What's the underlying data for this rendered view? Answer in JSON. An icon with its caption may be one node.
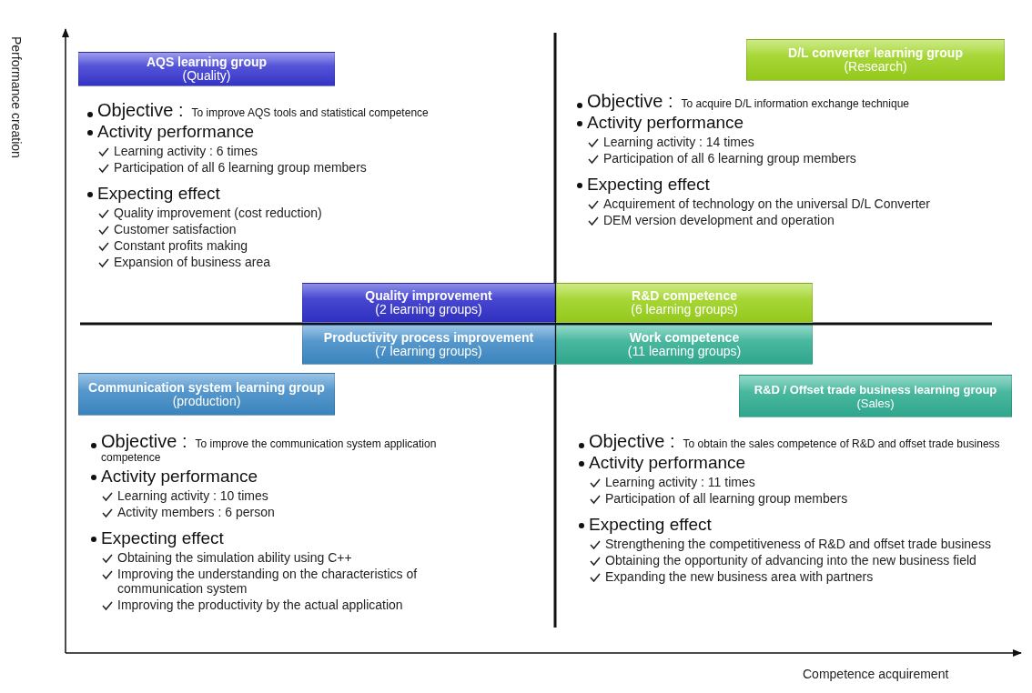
{
  "diagram": {
    "nodes": [
      {
        "text": [
          "**AQS learning group** (Quality)"
        ]
      },
      {
        "text": [
          "**D/L converter learning group** (Research)"
        ]
      },
      {
        "text": [
          "Quality improvement",
          "(2 learning groups)"
        ]
      },
      {
        "text": [
          "R&D competence",
          "(6 learning groups)"
        ]
      },
      {
        "text": [
          "Productivity process improvement",
          "(7 learning groups)"
        ]
      },
      {
        "text": [
          "Work competence",
          "(11 learning groups)"
        ]
      },
      {
        "text": [
          "**Communication system learning group** (production)"
        ]
      },
      {
        "text": [
          "**R&D / Offset trade business learning group** (Sales)"
        ]
      }
    ],
    "edges": [],
    "labels": [
      "Performance creation",
      "**Objective :** To improve AQS tools and statistical competence",
      "Activity performance",
      "Learning activity : 6 times",
      "Participation of all 6 learning group members",
      "Expecting effect",
      "Quality improvement (cost reduction)",
      "Customer satisfaction",
      "Constant profits making",
      "Expansion of business area",
      "**Objective :** To acquire D/L information exchange technique",
      "Activity performance",
      "Learning activity : 14 times",
      "Participation of all 6 learning group members",
      "Expecting effect",
      "Acquirement of technology on the universal D/L Converter",
      "DEM version development and operation",
      "**Objective :** To improve the communication system application competence",
      "Activity performance",
      "Learning activity : 10 times",
      "Activity members : 6 person",
      "Expecting effect",
      "Obtaining the simulation ability using C++",
      "Improving the understanding on the characteristics of communication system",
      "Improving the productivity by the actual application",
      "**Objective :** To obtain the sales competence of R&D and offset trade business",
      "Activity performance",
      "Learning activity : 11 times",
      "Participation of all learning group members",
      "Expecting effect",
      "Strengthening the competitiveness of R&D and offset trade business",
      "Obtaining the opportunity of advancing into the new business field",
      "Expanding the new business area with partners",
      "Competence acquirement"
    ]
  }
}
